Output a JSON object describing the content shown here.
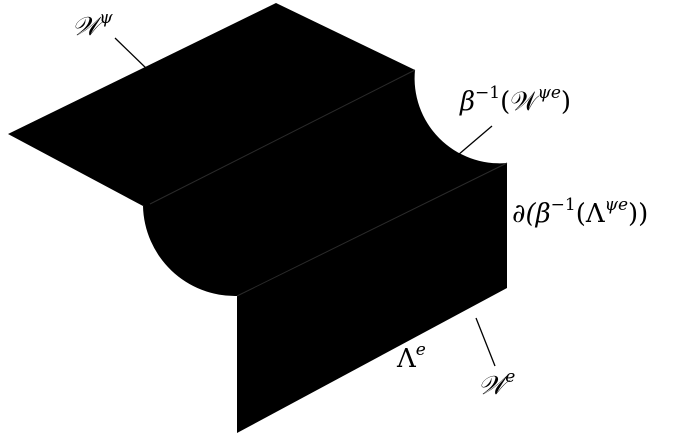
{
  "diagram": {
    "colors": {
      "surface": "#000000",
      "background": "#ffffff",
      "edge": "#2a2a2a"
    },
    "labels": {
      "w_psi": {
        "main": "𝒲",
        "sup": "ψ"
      },
      "beta_inv_w": {
        "prefix": "β",
        "exp": "−1",
        "open": "(𝒲",
        "sup": "ψe",
        "close": ")"
      },
      "boundary": {
        "prefix": "∂(β",
        "exp": "−1",
        "open": "(Λ",
        "sup": "ψe",
        "close": "))"
      },
      "lambda_e": {
        "main": "Λ",
        "sup": "e"
      },
      "w_e": {
        "main": "𝒲",
        "sup": "e"
      }
    }
  }
}
